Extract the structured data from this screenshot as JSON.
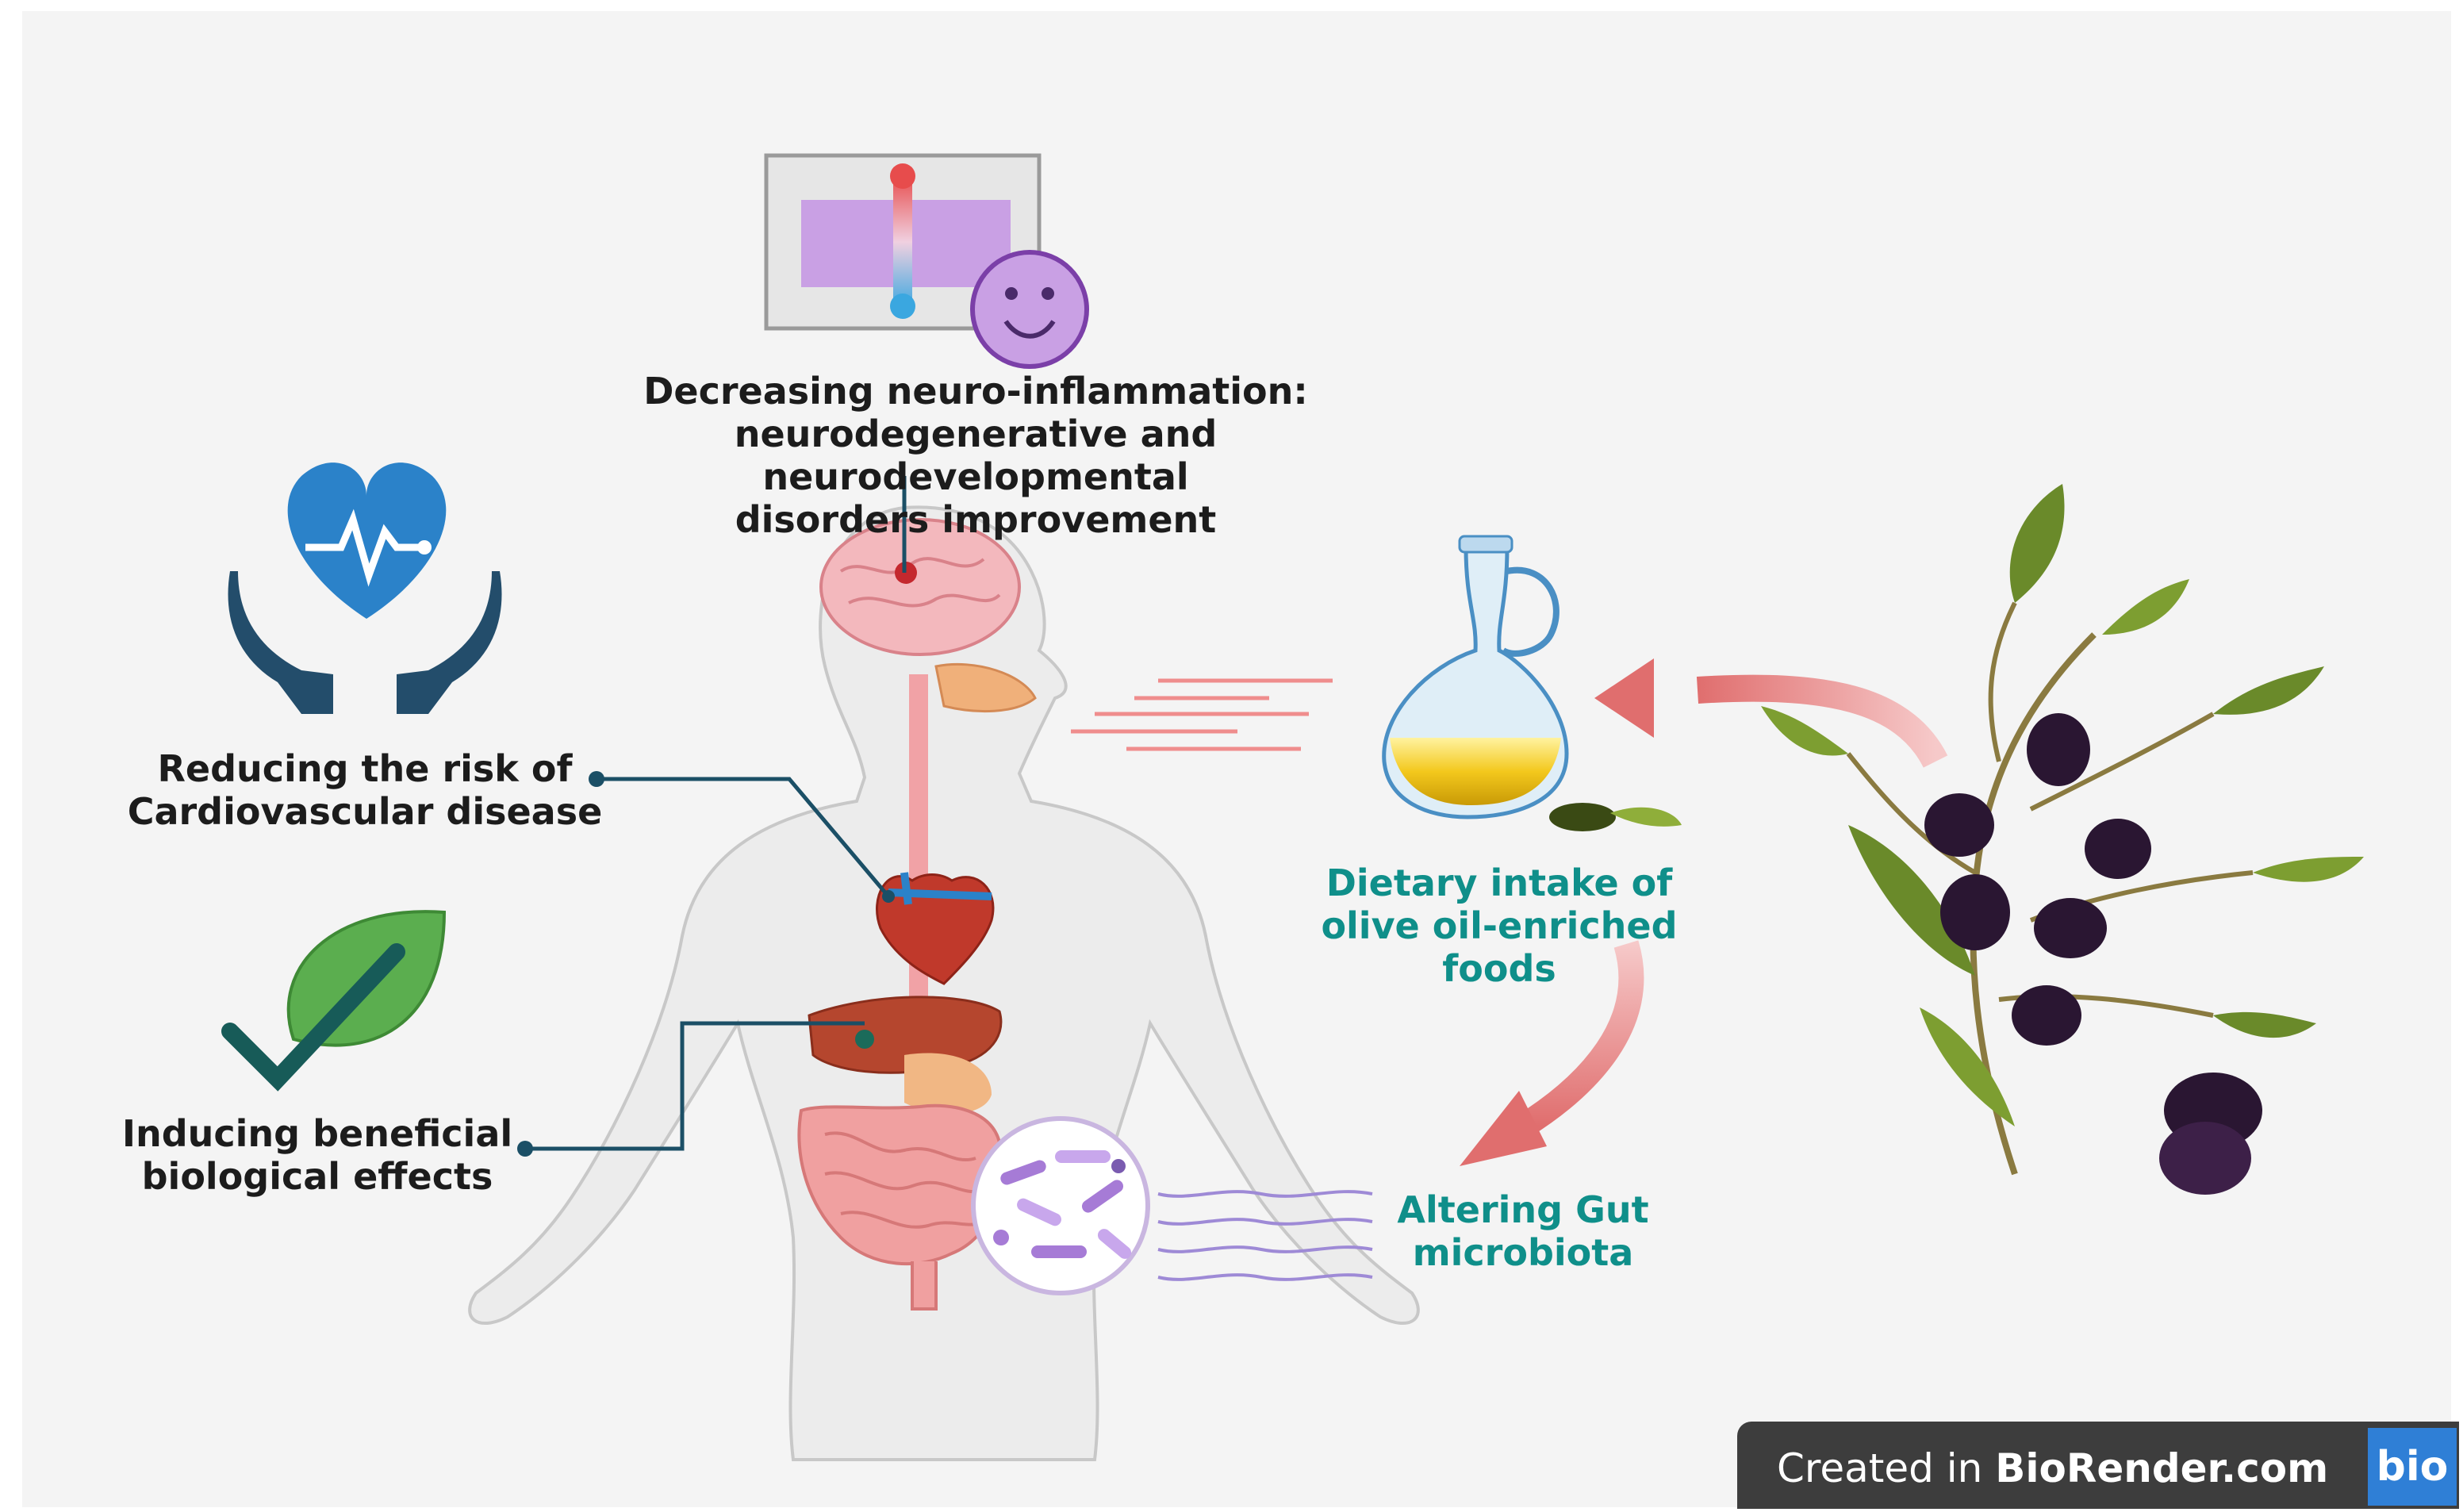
{
  "labels": {
    "neuro_line1": "Decreasing neuro-inflammation:",
    "neuro_line2": "neurodegenerative and neurodevelopmental",
    "neuro_line3": "disorders improvement",
    "cardio_line1": "Reducing the risk of",
    "cardio_line2": "Cardiovascular disease",
    "bio_line1": "Inducing beneficial",
    "bio_line2": "biological effects",
    "diet_line1": "Dietary intake of",
    "diet_line2": "olive oil-enriched",
    "diet_line3": "foods",
    "gut_line1": "Altering Gut",
    "gut_line2": "microbiota"
  },
  "brand": {
    "prefix": "Created in ",
    "name": "BioRender.com",
    "logo": "bio"
  },
  "icons": [
    "heart-hands-icon",
    "leaf-check-icon",
    "brain-scan-icon",
    "oil-jug-icon",
    "olive-branch-icon",
    "microbiota-icon"
  ],
  "colors": {
    "teal_text": "#0f8f8a",
    "connector": "#1b4f66",
    "arrow": "#e88888",
    "heart_blue": "#2b82c9",
    "hands": "#234d6b",
    "leaf": "#5bae4f",
    "olive": "#2a1632",
    "oil": "#f0c419"
  }
}
